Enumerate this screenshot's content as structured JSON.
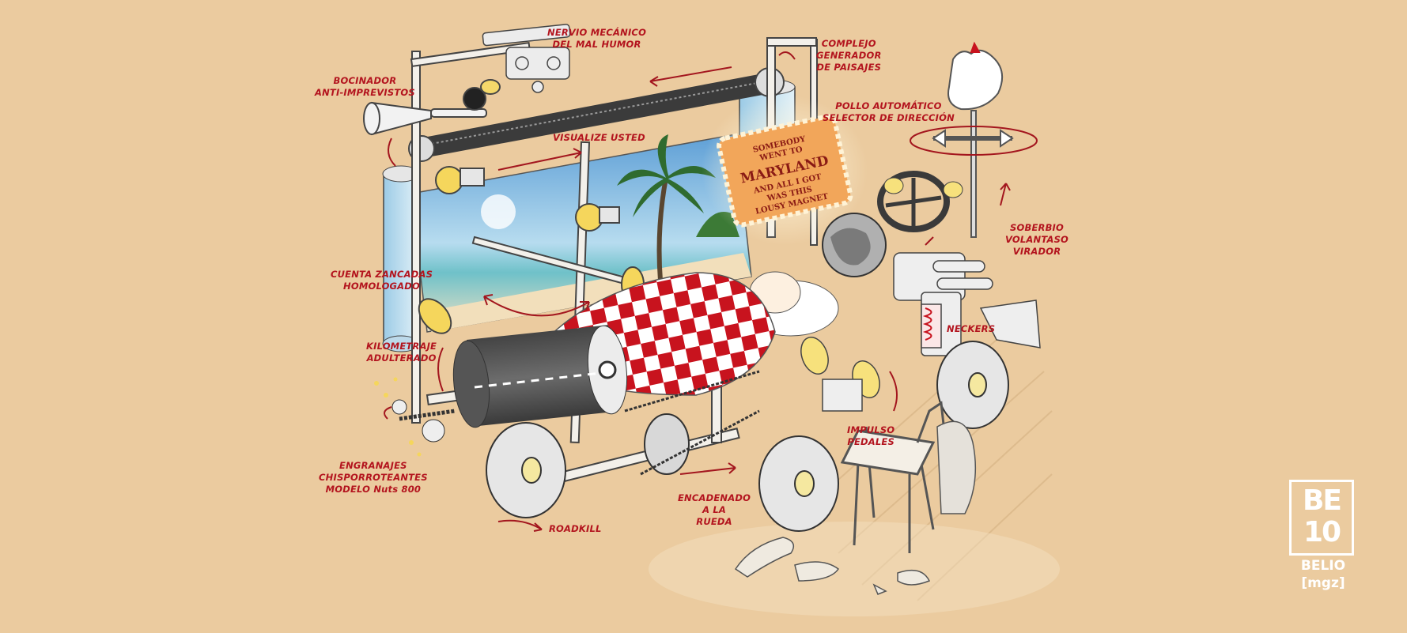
{
  "colors": {
    "background": "#ebcb9f",
    "label_red": "#b3141e",
    "blanket_red": "#c8131e",
    "magnet_bg": "#f2a65a"
  },
  "labels": {
    "nervio": [
      "NERVIO MECÁNICO",
      "DEL MAL HUMOR"
    ],
    "complejo": [
      "COMPLEJO",
      "GENERADOR",
      "DE PAISAJES"
    ],
    "bocinador": [
      "BOCINADOR",
      "ANTI-IMPREVISTOS"
    ],
    "pollo": [
      "POLLO AUTOMÁTICO",
      "SELECTOR DE DIRECCIÓN"
    ],
    "visualize": [
      "VISUALIZE USTED"
    ],
    "soberbio": [
      "SOBERBIO",
      "VOLANTASO",
      "VIRADOR"
    ],
    "cuenta": [
      "CUENTA ZANCADAS",
      "HOMOLOGADO"
    ],
    "neckers": [
      "NECKERS"
    ],
    "kilometraje": [
      "KILOMETRAJE",
      "ADULTERADO"
    ],
    "impulso": [
      "IMPULSO",
      "PEDALES"
    ],
    "engranajes": [
      "ENGRANAJES",
      "CHISPORROTEANTES",
      "MODELO Nuts 800"
    ],
    "encadenado": [
      "ENCADENADO",
      "A LA",
      "RUEDA"
    ],
    "roadkill": [
      "ROADKILL"
    ]
  },
  "magnet": [
    "SOMEBODY",
    "WENT TO",
    "MARYLAND",
    "AND ALL I GOT",
    "WAS THIS",
    "LOUSY MAGNET"
  ],
  "logo": {
    "mark_top": "BE",
    "mark_bottom": "10",
    "name": "BELIO",
    "sub": "[mgz]"
  }
}
